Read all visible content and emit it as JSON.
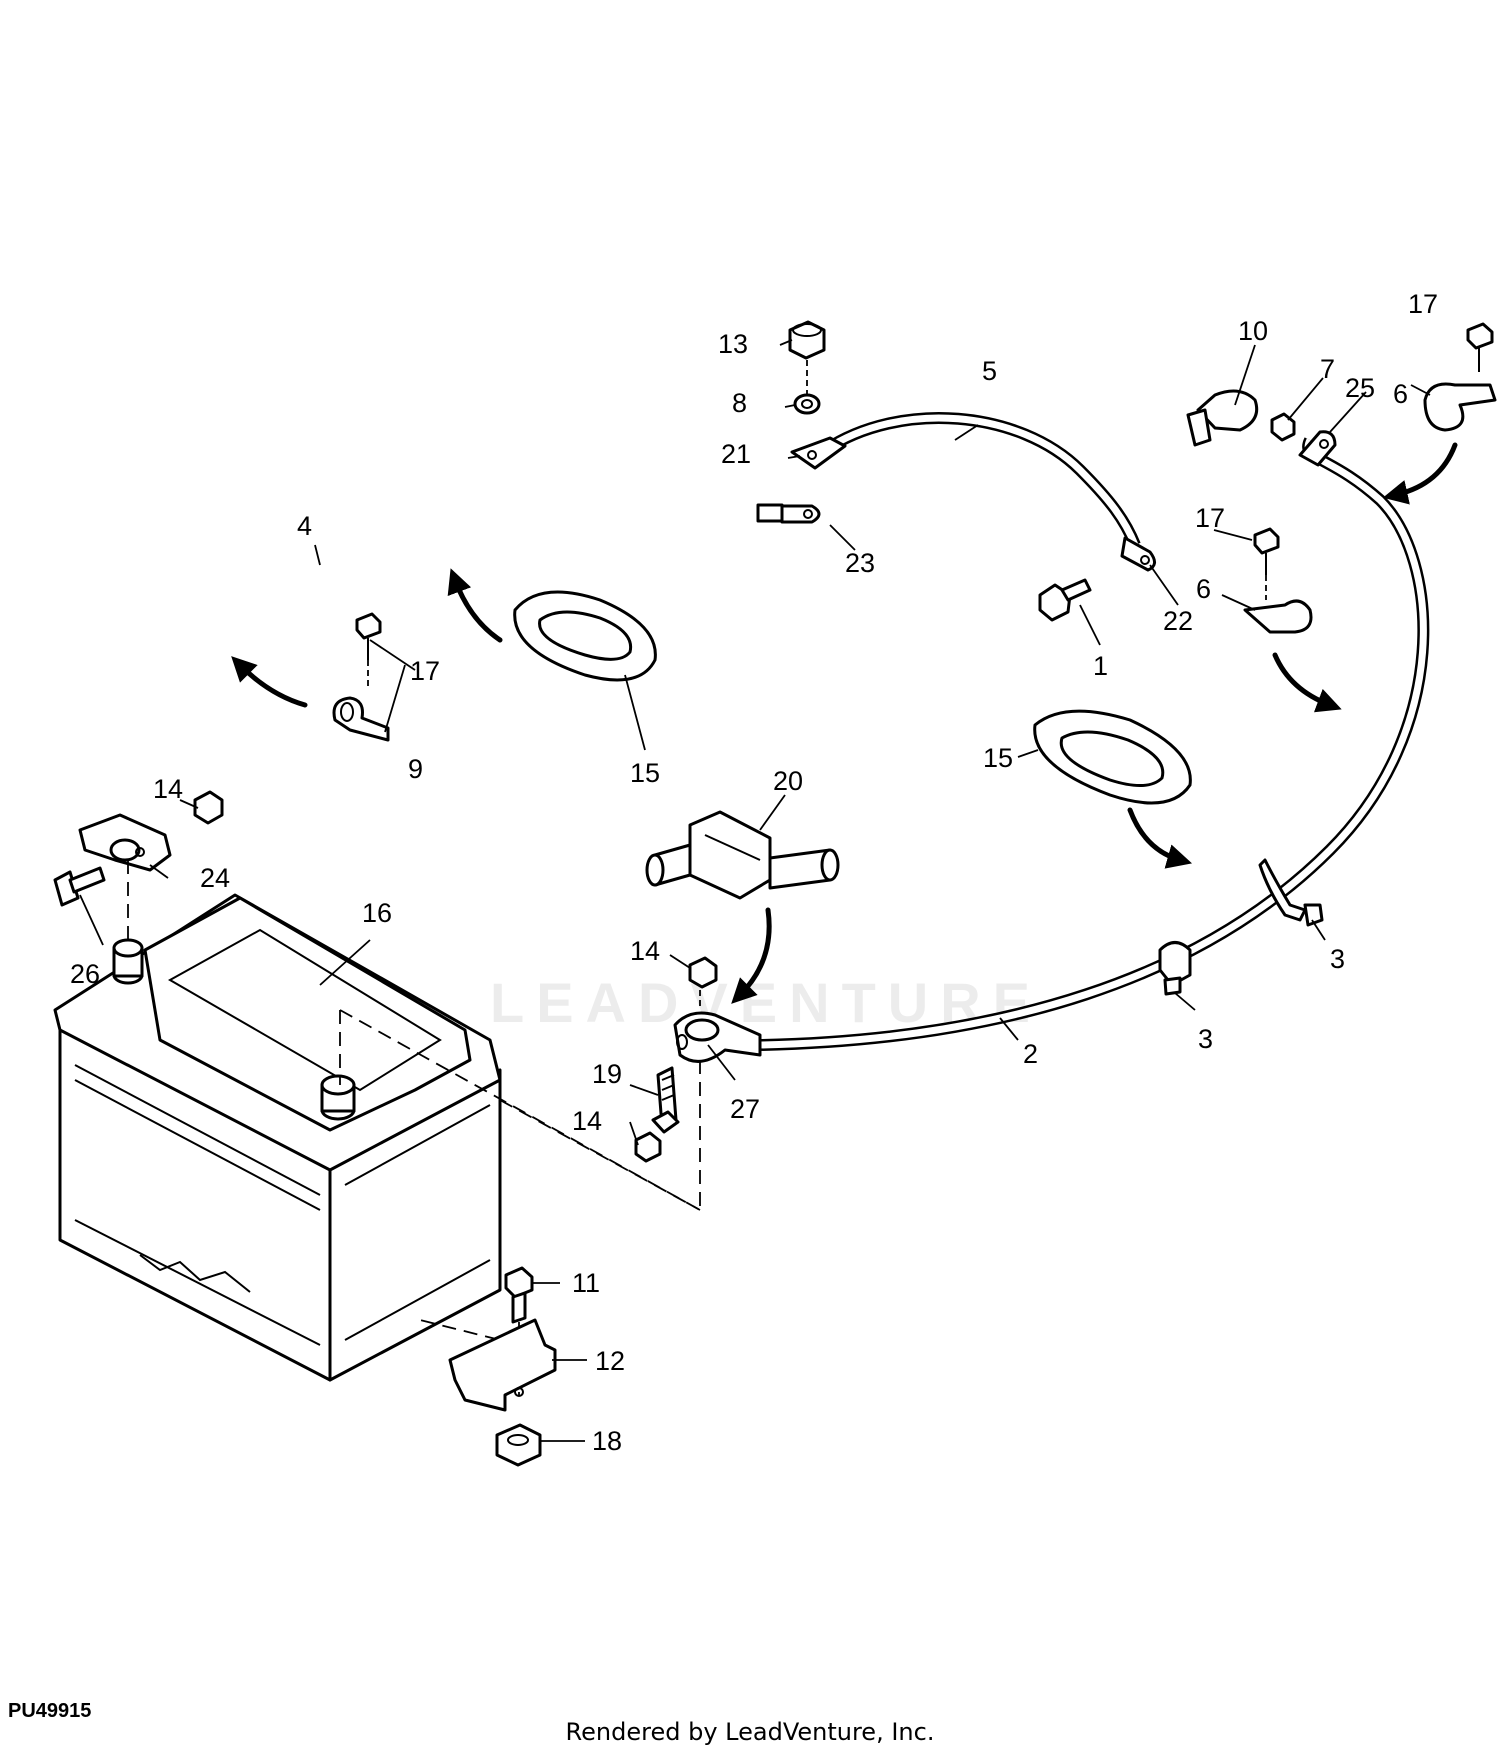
{
  "drawing_id": "PU49915",
  "credit": "Rendered by LeadVenture, Inc.",
  "watermark": "LEADVENTURE",
  "callouts": [
    "1",
    "2",
    "3",
    "3",
    "4",
    "5",
    "6",
    "6",
    "7",
    "8",
    "9",
    "10",
    "11",
    "12",
    "13",
    "14",
    "14",
    "14",
    "15",
    "15",
    "16",
    "17",
    "17",
    "17",
    "18",
    "19",
    "20",
    "21",
    "22",
    "23",
    "24",
    "25",
    "26",
    "27"
  ]
}
